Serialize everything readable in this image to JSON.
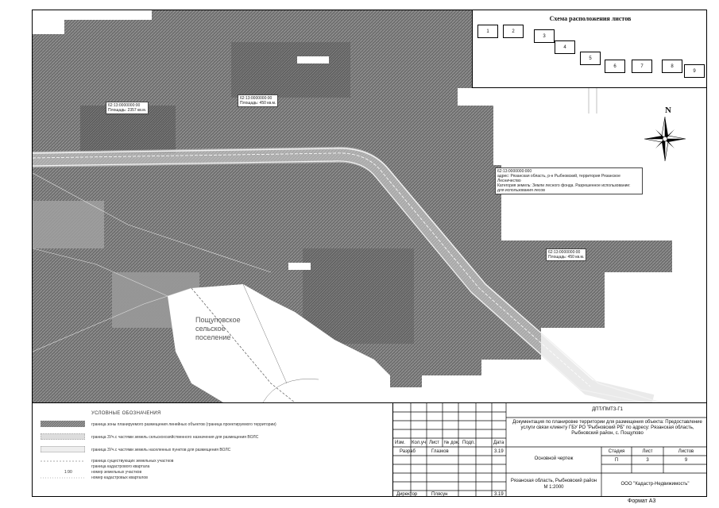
{
  "scheme": {
    "title": "Схема расположения листов",
    "sheets": [
      "1",
      "2",
      "3",
      "4",
      "5",
      "6",
      "7",
      "8",
      "9"
    ]
  },
  "north_label": "N",
  "settlement": {
    "lines": [
      "Пощуповское",
      "сельское",
      "поселение"
    ]
  },
  "map_labels": {
    "label_a_1": "62:13:0000000:00",
    "label_a_2": "Площадь: 2357 кв.м.",
    "label_b_1": "62:13:0000000:00",
    "label_b_2": "Площадь: 450 кв.м.",
    "label_c_1": "62:13:0000000:00",
    "label_c_2": "Площадь: 450 кв.м.",
    "label_d_1": "62:13:0000000:000",
    "label_d_2": "адрес: Рязанская область, р-н Рыбновский, территория Рязанское Лесничество",
    "label_d_3": "Категория земель: Земли лесного фонда. Разрешенное использование:",
    "label_d_4": "для использования лесов"
  },
  "legend": {
    "title": "УСЛОВНЫЕ ОБОЗНАЧЕНИЯ",
    "items": [
      "граница зоны планируемого размещения линейных объектов (граница проектируемого территории)",
      "граница 3Уч.с частями земель сельскохозяйственного назначения для размещения ВОЛС",
      "граница 3Уч.с частями земель населенных пунктов для размещения ВОЛС",
      "граница существующих земельных участков",
      "граница кадастрового квартала",
      "номер земельных участков",
      "номер кадастровых кварталов"
    ],
    "sample_number": "1:90"
  },
  "stamp": {
    "code": "ДПТ/ПМТЗ-Г1",
    "doc_title": "Документация по планировке территории для размещения объекта: Предоставление услуги связи клиенту ГБУ РО \"Рыбновский РБ\" по адресу: Рязанская область, Рыбновский район, с. Пощупово",
    "col_headers": [
      "Изм.",
      "Кол.уч",
      "Лист",
      "№ док.",
      "Подп.",
      "Дата"
    ],
    "razrab_label": "Разраб",
    "razrab_name": "Глазков",
    "razrab_date": "3.19",
    "director_label": "Директор",
    "director_name": "Плясун",
    "director_date": "3.19",
    "sheet_name": "Основной чертеж",
    "stage_label": "Стадия",
    "sheet_label": "Лист",
    "sheets_label": "Листов",
    "stage_value": "П",
    "sheet_value": "3",
    "sheets_value": "9",
    "region": "Рязанская область, Рыбновский район",
    "scale": "М 1:2000",
    "company": "ООО \"Кадастр-Недвижимость\""
  },
  "format_label": "Формат А3"
}
